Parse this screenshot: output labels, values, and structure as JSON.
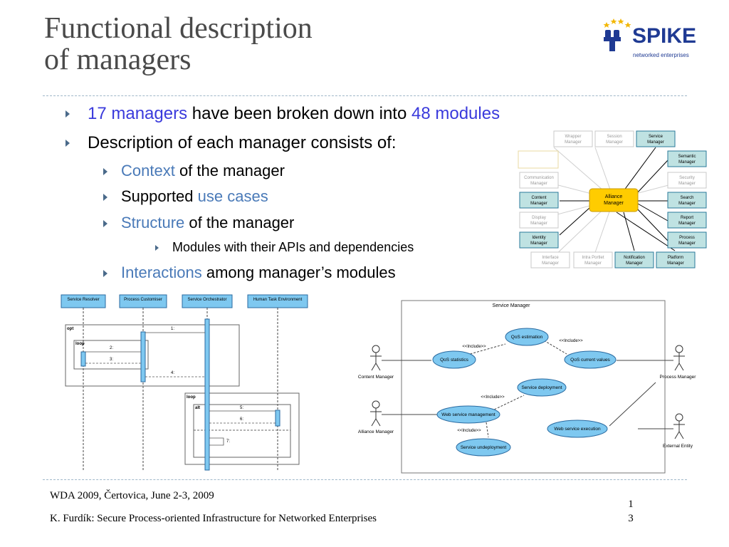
{
  "slide": {
    "title_line1": "Functional description",
    "title_line2": "of managers"
  },
  "logo": {
    "name": "SPIKE",
    "tagline": "networked enterprises"
  },
  "bullets": {
    "b1": {
      "hl1": "17 managers",
      "mid": " have been broken down into ",
      "hl2": "48 modules"
    },
    "b2": "Description of each manager consists of:",
    "sub1": {
      "hl": "Context",
      "rest": " of the manager"
    },
    "sub2": {
      "pre": "Supported ",
      "hl": "use cases"
    },
    "sub3": {
      "hl": "Structure",
      "rest": " of the manager"
    },
    "sub3a": "Modules with their APIs and dependencies",
    "sub4": {
      "hl": "Interactions",
      "rest": " among manager’s modules"
    }
  },
  "context_diagram": {
    "center": [
      "Alliance",
      "Manager"
    ],
    "nodes": [
      [
        "Wrapper",
        "Manager"
      ],
      [
        "Session",
        "Manager"
      ],
      [
        "Service",
        "Manager"
      ],
      [
        "Semantic",
        "Manager"
      ],
      [
        "Communication",
        "Manager"
      ],
      [
        "Security",
        "Manager"
      ],
      [
        "Content",
        "Manager"
      ],
      [
        "Search",
        "Manager"
      ],
      [
        "Display",
        "Manager"
      ],
      [
        "Report",
        "Manager"
      ],
      [
        "Identity",
        "Manager"
      ],
      [
        "Process",
        "Manager"
      ],
      [
        "Interface",
        "Manager"
      ],
      [
        "Intra Portlet",
        "Manager"
      ],
      [
        "Notification",
        "Manager"
      ],
      [
        "Platform",
        "Manager"
      ]
    ]
  },
  "sequence_diagram": {
    "lifelines": [
      "Service Resolver",
      "Process Customiser",
      "Service Orchestrator",
      "Human Task Environment"
    ],
    "fragments": [
      "opt",
      "loop",
      "loop",
      "alt"
    ],
    "messages": [
      "1:",
      "2:",
      "3:",
      "4:",
      "5:",
      "6:",
      "7:"
    ]
  },
  "usecase_diagram": {
    "system": "Service Manager",
    "use_cases": [
      "QoS estimation",
      "QoS statistics",
      "QoS current values",
      "Service deployment",
      "Web service management",
      "Service undeployment",
      "Web service execution"
    ],
    "include_label": "<<Include>>",
    "actors": [
      "Content Manager",
      "Alliance Manager",
      "Process Manager",
      "External Entity"
    ]
  },
  "footer": {
    "line1": "WDA 2009, Čertovica, June 2-3, 2009",
    "line2": "K. Furdík: Secure Process-oriented Infrastructure for Networked Enterprises",
    "page_line1": "1",
    "page_line2": "3"
  }
}
